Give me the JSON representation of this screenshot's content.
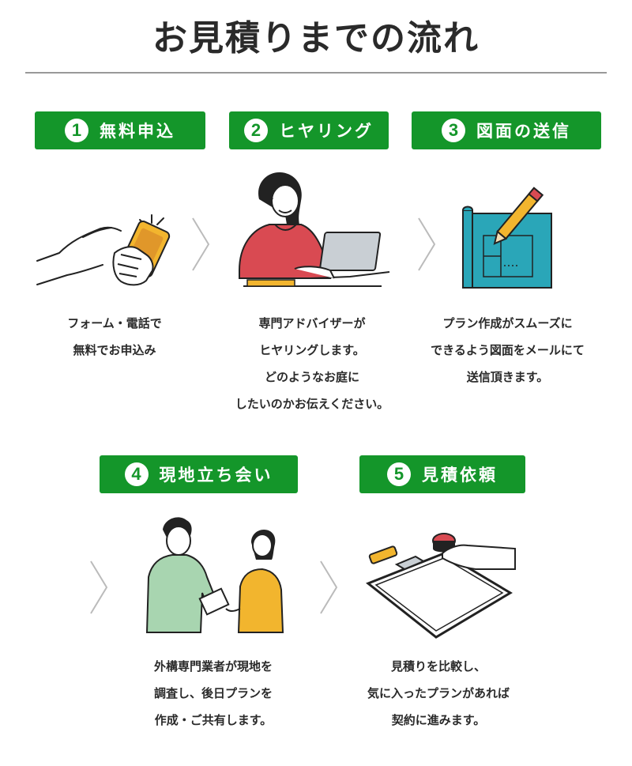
{
  "page": {
    "title": "お見積りまでの流れ",
    "colors": {
      "badge": "#14962a",
      "text": "#2a2a2a",
      "accent_yellow": "#f2b52e",
      "accent_red": "#d94a52",
      "accent_teal": "#2aa6b8"
    }
  },
  "steps": [
    {
      "num": "1",
      "label": "無料申込",
      "icon": "smartphone-hand-icon",
      "desc": [
        "フォーム・電話で",
        "無料でお申込み"
      ]
    },
    {
      "num": "2",
      "label": "ヒヤリング",
      "icon": "consultant-laptop-icon",
      "desc": [
        "専門アドバイザーが",
        "ヒヤリングします。",
        "どのようなお庭に",
        "したいのかお伝えください。"
      ]
    },
    {
      "num": "3",
      "label": "図面の送信",
      "icon": "blueprint-pencil-icon",
      "desc": [
        "プラン作成がスムーズに",
        "できるよう図面をメールにて",
        "送信頂きます。"
      ]
    },
    {
      "num": "4",
      "label": "現地立ち会い",
      "icon": "site-meeting-icon",
      "desc": [
        "外構専門業者が現地を",
        "調査し、後日プランを",
        "作成・ご共有します。"
      ]
    },
    {
      "num": "5",
      "label": "見積依頼",
      "icon": "clipboard-stamp-icon",
      "desc": [
        "見積りを比較し、",
        "気に入ったプランがあれば",
        "契約に進みます。"
      ]
    }
  ]
}
